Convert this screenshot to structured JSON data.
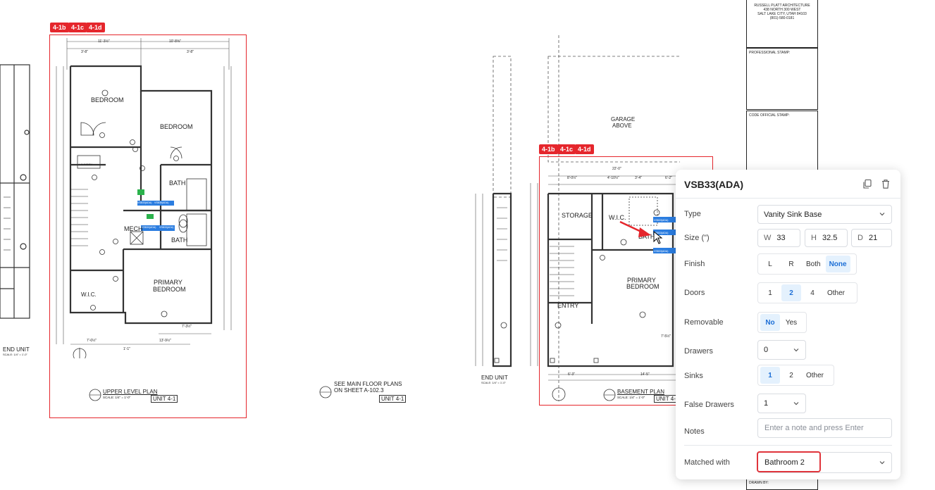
{
  "drawing": {
    "tags": [
      "4-1b",
      "4-1c",
      "4-1d"
    ],
    "left_plan": {
      "rooms": [
        "BEDROOM",
        "BEDROOM",
        "BATH",
        "BATH",
        "MECH",
        "PRIMARY",
        "BEDROOM",
        "W.I.C.",
        "LAUNDRY"
      ],
      "plan_title": "UPPER LEVEL PLAN",
      "scale": "SCALE: 1/4\" = 1'-0\"",
      "unit": "UNIT 4-1",
      "end_unit": "END UNIT",
      "end_scale": "SCALE: 1/4\" = 1'-0\"",
      "dims_top": [
        "11'-3½\"",
        "10'-8⅝\""
      ],
      "dims_sub": [
        "3'-8\"",
        "3'-8\""
      ],
      "dims_bottom": [
        "7'-0½\"",
        "13'-9½\"",
        "7'-3½\"",
        "1'-1\""
      ],
      "mini_labels": [
        "VSB33(ADA)",
        "VSB36(ADA)",
        "VSB30(ADA)",
        "VSB33(ADA)"
      ]
    },
    "middle_note": {
      "line1": "SEE MAIN FLOOR PLANS",
      "line2": "ON SHEET A-102.3",
      "unit": "UNIT 4-1"
    },
    "right_plan": {
      "garage": "GARAGE",
      "above": "ABOVE",
      "rooms": [
        "STORAGE",
        "W.I.C.",
        "BATH",
        "PRIMARY",
        "BEDROOM",
        "ENTRY"
      ],
      "plan_title": "BASEMENT PLAN",
      "scale": "SCALE: 1/4\" = 1'-0\"",
      "unit": "UNIT 4-1",
      "end_unit": "END UNIT",
      "end_scale": "SCALE: 1/4\" = 1'-0\"",
      "dims_top": [
        "22'-0\"",
        "8'-0½\"",
        "4'-10½\"",
        "3'-4\"",
        "6'-2\""
      ],
      "dims_bottom": [
        "6'-3\"",
        "14'-5\"",
        "7'-5½\""
      ],
      "mini_labels": [
        "VSB33(ADA)",
        "VSB33(ADA)",
        "VSB33(ADA)"
      ]
    },
    "title_block": {
      "firm": [
        "RUSSELL PLATT ARCHITECTURE",
        "438 NORTH 300 WEST",
        "SALT LAKE CITY, UTAH 84103",
        "(801)-580-0181"
      ],
      "professional_stamp": "PROFESSIONAL STAMP:",
      "code_stamp": "CODE OFFICIAL STAMP:",
      "drawn_by": "DRAWN BY:"
    }
  },
  "panel": {
    "title": "VSB33(ADA)",
    "icons": [
      "copy-icon",
      "trash-icon"
    ],
    "type": {
      "label": "Type",
      "value": "Vanity Sink Base"
    },
    "size": {
      "label": "Size (\")",
      "w_prefix": "W",
      "w": "33",
      "h_prefix": "H",
      "h": "32.5",
      "d_prefix": "D",
      "d": "21"
    },
    "finish": {
      "label": "Finish",
      "options": [
        "L",
        "R",
        "Both",
        "None"
      ],
      "selected": "None"
    },
    "doors": {
      "label": "Doors",
      "options": [
        "1",
        "2",
        "4",
        "Other"
      ],
      "selected": "2"
    },
    "removable": {
      "label": "Removable",
      "options": [
        "No",
        "Yes"
      ],
      "selected": "No"
    },
    "drawers": {
      "label": "Drawers",
      "value": "0"
    },
    "sinks": {
      "label": "Sinks",
      "options": [
        "1",
        "2",
        "Other"
      ],
      "selected": "1"
    },
    "false_drawers": {
      "label": "False Drawers",
      "value": "1"
    },
    "notes": {
      "label": "Notes",
      "placeholder": "Enter a note and press Enter"
    },
    "matched": {
      "label": "Matched with",
      "value": "Bathroom 2"
    }
  },
  "colors": {
    "accent": "#1d6fd6",
    "selected_bg": "#e4f1fd",
    "markup_red": "#e5262c",
    "cabinet_blue": "#2b7de0",
    "cabinet_green": "#2bb24c"
  }
}
